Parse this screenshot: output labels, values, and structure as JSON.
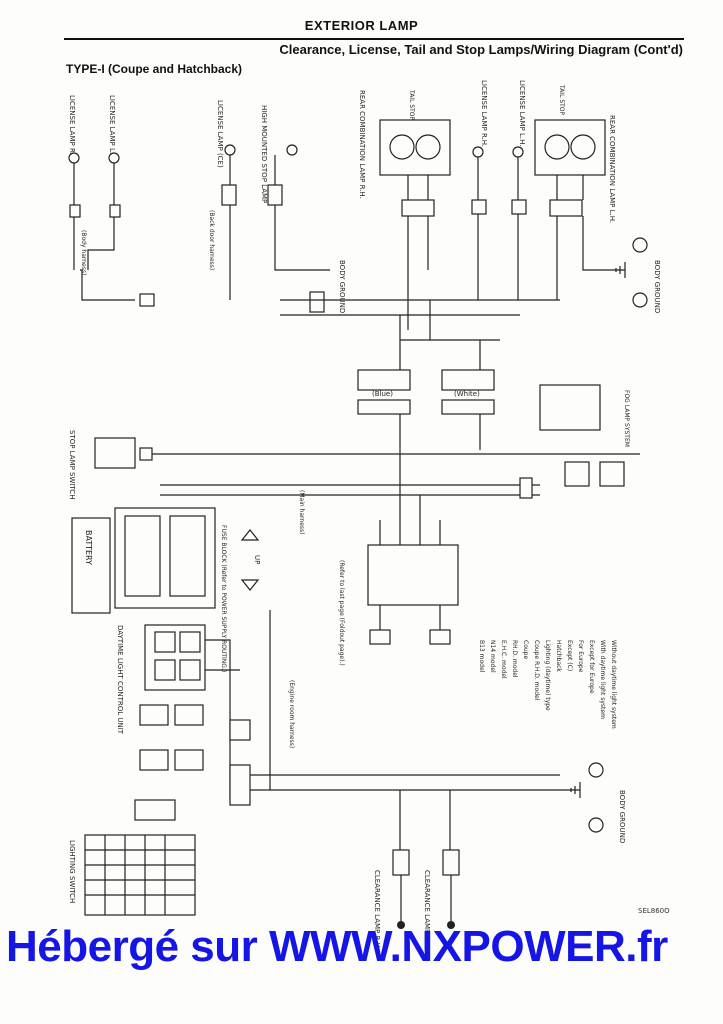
{
  "header": {
    "section": "EXTERIOR LAMP",
    "title": "Clearance, License, Tail and Stop Lamps/Wiring Diagram (Cont'd)",
    "type": "TYPE-I (Coupe and Hatchback)"
  },
  "components": {
    "license_rh": "LICENSE LAMP R.H.",
    "license_lh": "LICENSE LAMP L.H.",
    "license_ce": "LICENSE LAMP (CE)",
    "high_stop": "HIGH MOUNTED STOP LAMP",
    "rear_comb_rh": "REAR COMBINATION LAMP R.H.",
    "rear_comb_lh": "REAR COMBINATION LAMP L.H.",
    "license_lamp_rh": "LICENSE LAMP R.H.",
    "license_lamp_lh": "LICENSE LAMP L.H.",
    "tail_stop": "TAIL STOP",
    "body_ground": "BODY GROUND",
    "stop_lamp_switch": "STOP LAMP SWITCH",
    "battery": "BATTERY",
    "fuse_block": "FUSE BLOCK (Refer to POWER SUPPLY ROUTING.)",
    "daytime_unit": "DAYTIME LIGHT CONTROL UNIT",
    "lighting_switch": "LIGHTING SWITCH",
    "clearance_rh": "CLEARANCE LAMP R.H.",
    "clearance_lh": "CLEARANCE LAMP L.H.",
    "body_ground_2": "BODY GROUND",
    "fog_lamp": "FOG LAMP SYSTEM",
    "body_harness": "(Body harness)",
    "main_harness": "(Main harness)",
    "engine_room_harness": "(Engine room harness)",
    "back_door_harness": "(Back door harness)",
    "foldout_ref": "(Refer to last page (Foldout page).)",
    "connectors_blue": "(Blue)",
    "connectors_white": "(White)",
    "up": "UP"
  },
  "legend": [
    "B13 model",
    "N14 model",
    "E.H.C. model",
    "RH.D. model",
    "Coupe",
    "Coupe R.H.D. model",
    "Lighting (daytime) type",
    "Hatchback",
    "Except (C)",
    "For Europe",
    "Except for Europe",
    "With daytime light system",
    "Without daytime light system"
  ],
  "code": "SEL860O",
  "watermark": "Hébergé sur WWW.NXPOWER.fr"
}
